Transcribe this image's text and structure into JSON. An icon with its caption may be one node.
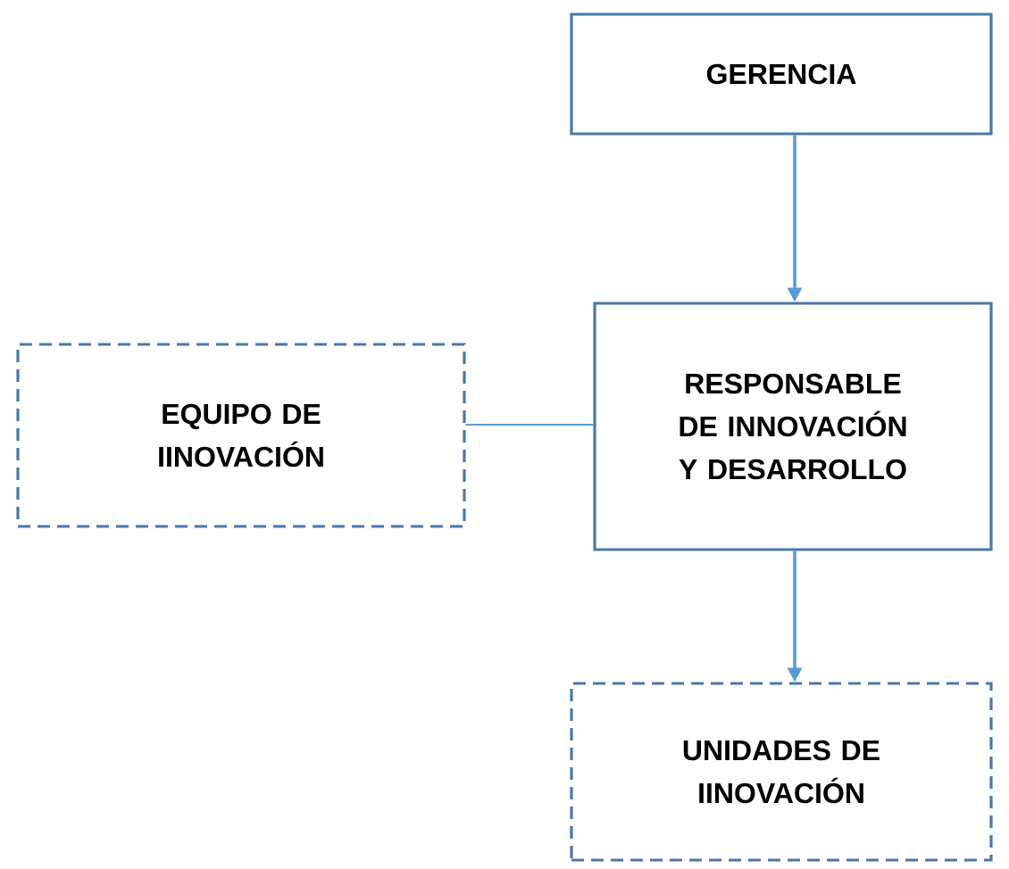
{
  "diagram": {
    "nodes": [
      {
        "text": [
          "GERENCIA"
        ]
      },
      {
        "text": [
          "RESPONSABLE DE INNOVACIÓN Y DESARROLLO"
        ]
      },
      {
        "text": [
          "EQUIPO DE IINOVACIÓN"
        ]
      },
      {
        "text": [
          "UNIDADES DE IINOVACIÓN"
        ]
      }
    ],
    "edges": [
      {
        "from": 0,
        "to": 1,
        "arrow": "to"
      },
      {
        "from": 2,
        "to": 1,
        "arrow": "none"
      },
      {
        "from": 1,
        "to": 3,
        "arrow": "to"
      }
    ]
  }
}
